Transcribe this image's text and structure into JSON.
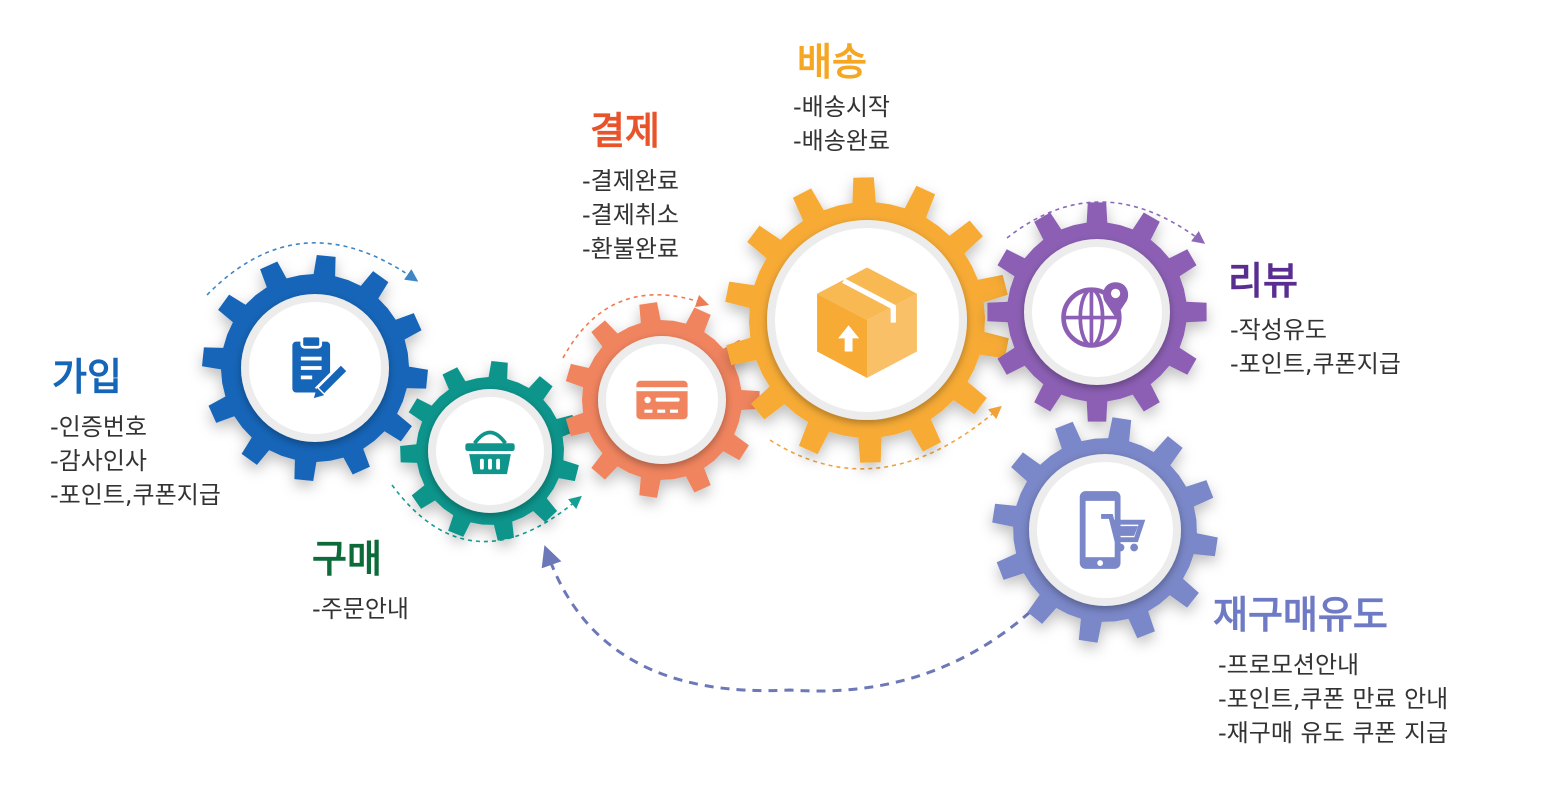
{
  "colors": {
    "signup": "#1565b8",
    "purchase": "#10958c",
    "payment": "#f0845f",
    "delivery": "#f7ab34",
    "review": "#8c5fb4",
    "rebuy": "#7a87c8",
    "purchase_title": "#0d6b3a",
    "payment_title": "#e8532a",
    "delivery_title": "#f5a623",
    "review_title": "#5a2d91",
    "rebuy_title": "#6e7bc4"
  },
  "stages": {
    "signup": {
      "title": "가입",
      "icon": "clipboard-pen-icon",
      "items": [
        "-인증번호",
        "-감사인사",
        "-포인트,쿠폰지급"
      ]
    },
    "purchase": {
      "title": "구매",
      "icon": "shopping-basket-icon",
      "items": [
        "-주문안내"
      ]
    },
    "payment": {
      "title": "결제",
      "icon": "credit-card-icon",
      "items": [
        "-결제완료",
        "-결제취소",
        "-환불완료"
      ]
    },
    "delivery": {
      "title": "배송",
      "icon": "package-box-icon",
      "items": [
        "-배송시작",
        "-배송완료"
      ]
    },
    "review": {
      "title": "리뷰",
      "icon": "globe-pin-icon",
      "items": [
        "-작성유도",
        "-포인트,쿠폰지급"
      ]
    },
    "rebuy": {
      "title": "재구매유도",
      "icon": "mobile-cart-icon",
      "items": [
        "-프로모션안내",
        "-포인트,쿠폰 만료 안내",
        "-재구매 유도 쿠폰 지급"
      ]
    }
  }
}
